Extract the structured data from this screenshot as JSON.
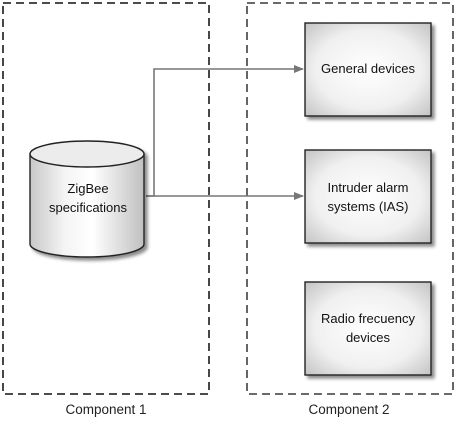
{
  "component1": {
    "caption": "Component 1",
    "database": {
      "line1": "ZigBee",
      "line2": "specifications"
    }
  },
  "component2": {
    "caption": "Component 2",
    "boxes": [
      {
        "line1": "General devices",
        "line2": ""
      },
      {
        "line1": "Intruder alarm",
        "line2": "systems (IAS)"
      },
      {
        "line1": "Radio frecuency",
        "line2": "devices"
      }
    ]
  },
  "colors": {
    "border": "#333333",
    "dashed": "#555555",
    "arrow": "#777777",
    "box_fill_center": "#ffffff",
    "box_fill_edge": "#c8c8c8"
  }
}
